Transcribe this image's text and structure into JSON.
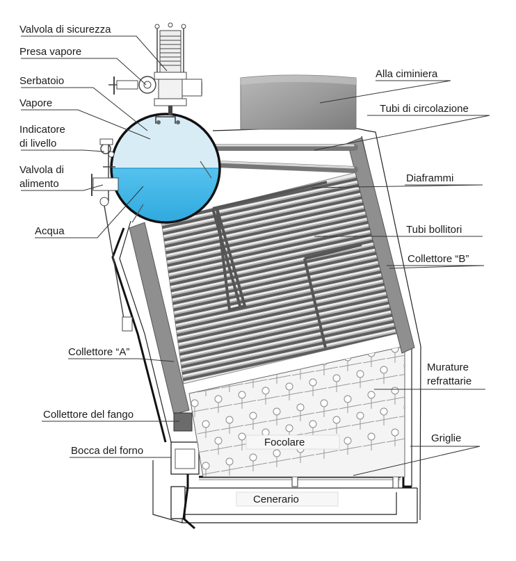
{
  "labels": {
    "valvola_sicurezza": "Valvola di sicurezza",
    "presa_vapore": "Presa vapore",
    "serbatoio": "Serbatoio",
    "vapore": "Vapore",
    "indicatore_1": "Indicatore",
    "indicatore_2": "di livello",
    "valvola_alimento_1": "Valvola di",
    "valvola_alimento_2": "alimento",
    "acqua": "Acqua",
    "alla_ciminiera": "Alla ciminiera",
    "tubi_circolazione": "Tubi di circolazione",
    "diaframmi": "Diaframmi",
    "tubi_bollitori": "Tubi bollitori",
    "collettore_b": "Collettore “B”",
    "collettore_a": "Collettore “A”",
    "murature_1": "Murature",
    "murature_2": "refrattarie",
    "collettore_fango": "Collettore del fango",
    "griglie": "Griglie",
    "bocca_forno": "Bocca del forno",
    "focolare": "Focolare",
    "cenerario": "Cenerario"
  },
  "colors": {
    "steam": "#d8ecf6",
    "water": "#3eb4e6",
    "water_dark": "#1b8fc4",
    "chimney_light": "#d4d4d4",
    "chimney_dark": "#8a8a8a",
    "collector": "#8f8f8f",
    "tube": "#5e5e5e",
    "mud_collector": "#6b6b6b"
  }
}
